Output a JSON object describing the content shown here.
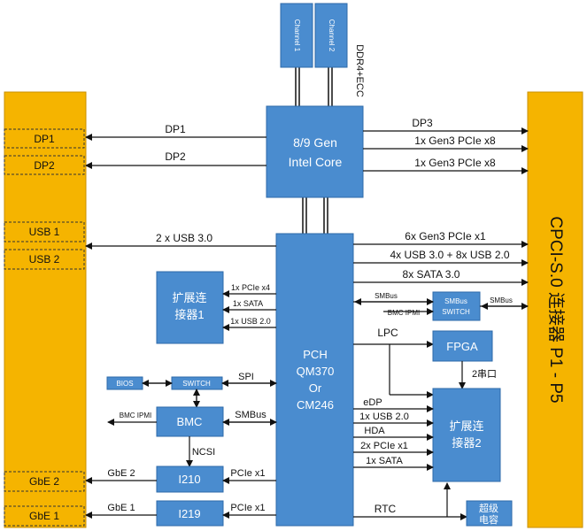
{
  "colors": {
    "block": "#4a8ccf",
    "block_border": "#2e6aa8",
    "rail": "#f5b400",
    "rail_border": "#c98f00",
    "line": "#111111"
  },
  "memory": {
    "channel1": "Channel 1",
    "channel2": "Channel 2",
    "ddr_label": "DDR4+ECC"
  },
  "cpu": {
    "line1": "8/9 Gen",
    "line2": "Intel Core"
  },
  "pch": {
    "line1": "PCH",
    "line2": "QM370",
    "line3": "Or",
    "line4": "CM246"
  },
  "left_rail": {
    "ports": [
      "DP1",
      "DP2",
      "USB 1",
      "USB 2",
      "GbE 2",
      "GbE 1"
    ]
  },
  "right_rail": {
    "title": "CPCI-S.0 连接器 P1 - P5"
  },
  "left_links": {
    "dp1": "DP1",
    "dp2": "DP2",
    "usb": "2 x USB 3.0",
    "gbe2": "GbE 2",
    "gbe1": "GbE 1"
  },
  "cpu_right_links": [
    "DP3",
    "1x Gen3 PCIe x8",
    "1x Gen3 PCIe x8"
  ],
  "pch_right_links": [
    "6x Gen3 PCIe x1",
    "4x USB 3.0 + 8x USB 2.0",
    "8x SATA 3.0"
  ],
  "smbus": {
    "label_in": "SMBus",
    "label_out": "SMBus",
    "bmc_ipmi": "BMC IPMI",
    "switch_line1": "SMBus",
    "switch_line2": "SWITCH"
  },
  "expander1": {
    "line1": "扩展连",
    "line2": "接器1",
    "links": [
      "1x PCIe x4",
      "1x SATA",
      "1x USB 2.0"
    ]
  },
  "expander2": {
    "line1": "扩展连",
    "line2": "接器2",
    "links": [
      "eDP",
      "1x USB 2.0",
      "HDA",
      "2x PCIe x1",
      "1x SATA"
    ]
  },
  "lpc_label": "LPC",
  "fpga": {
    "label": "FPGA",
    "serial": "2串口"
  },
  "bios": "BIOS",
  "switch": "SWITCH",
  "spi": "SPI",
  "bmc": {
    "label": "BMC",
    "ipmi": "BMC IPMI",
    "smbus": "SMBus",
    "ncsi": "NCSI"
  },
  "i210": {
    "label": "I210",
    "link": "PCIe x1"
  },
  "i219": {
    "label": "I219",
    "link": "PCIe x1"
  },
  "rtc": "RTC",
  "supercap": {
    "line1": "超级",
    "line2": "电容"
  }
}
